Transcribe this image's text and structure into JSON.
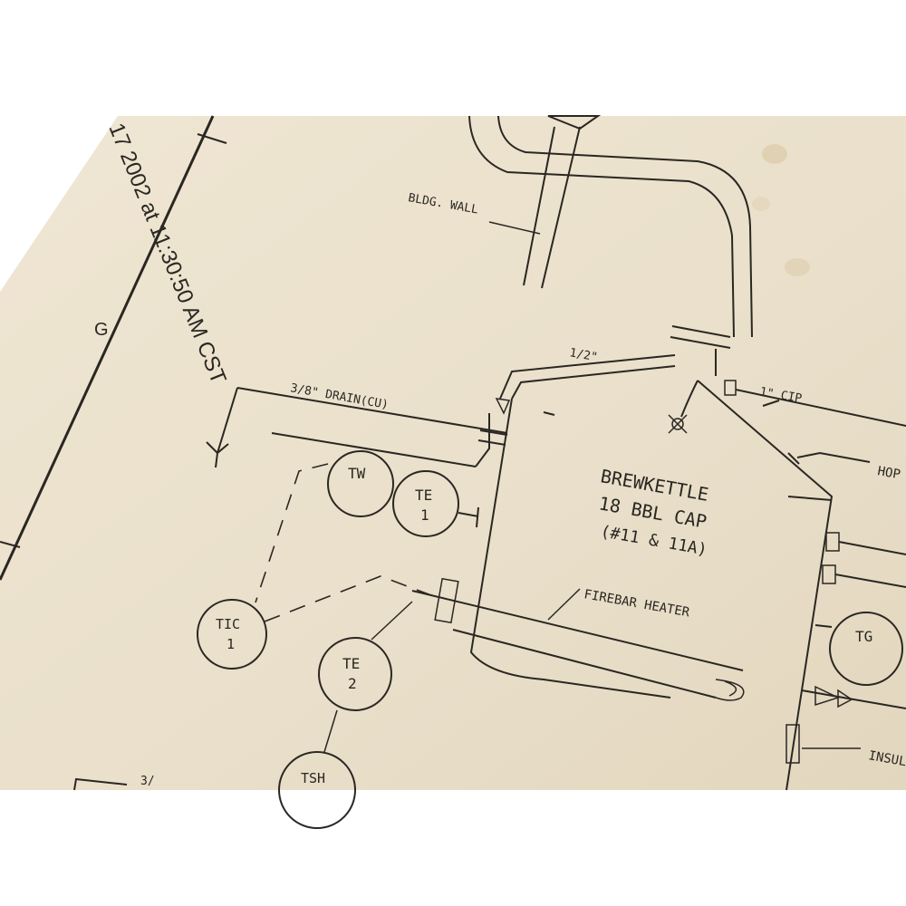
{
  "colors": {
    "paper": "#ece2cf",
    "ink": "#2a2722",
    "border": "#1b1b1b"
  },
  "title_block": {
    "timestamp": "17 2002 at 11:30:50 AM CST",
    "zone_letter": "G"
  },
  "labels": {
    "bldg_wall": "BLDG. WALL",
    "half_inch": "1/2\"",
    "drain": "3/8\" DRAIN(CU)",
    "cip": "1\" CIP",
    "hop": "HOP",
    "firebar": "FIREBAR HEATER",
    "insul": "INSUL",
    "partial_dim": "3/"
  },
  "vessel": {
    "name": "BREWKETTLE",
    "capacity": "18 BBL CAP",
    "tag": "(#11 & 11A)"
  },
  "instruments": [
    {
      "id": "tw",
      "tag": "TW",
      "num": ""
    },
    {
      "id": "te1",
      "tag": "TE",
      "num": "1"
    },
    {
      "id": "tic1",
      "tag": "TIC",
      "num": "1"
    },
    {
      "id": "te2",
      "tag": "TE",
      "num": "2"
    },
    {
      "id": "tsh",
      "tag": "TSH",
      "num": ""
    },
    {
      "id": "tg",
      "tag": "TG",
      "num": ""
    }
  ]
}
